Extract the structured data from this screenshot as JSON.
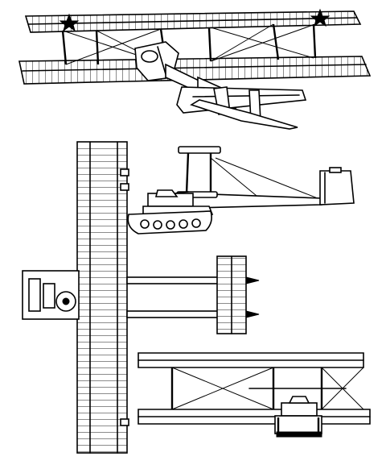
{
  "figure": {
    "views": [
      "perspective-view",
      "side-view",
      "top-view",
      "front-view"
    ],
    "colors": {
      "ink": "#000000",
      "paper": "#ffffff"
    }
  }
}
